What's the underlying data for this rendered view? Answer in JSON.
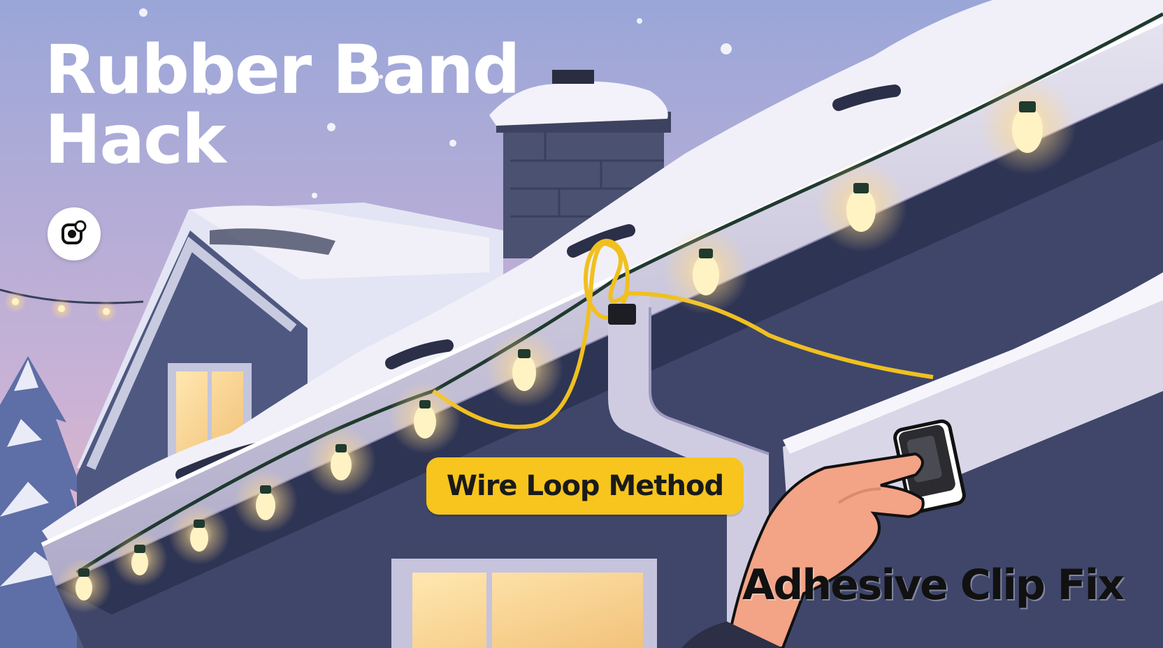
{
  "title": {
    "line1": "Rubber Band",
    "line2": "Hack"
  },
  "labels": {
    "wire_loop": "Wire Loop Method",
    "adhesive_clip": "Adhesive Clip Fix"
  },
  "icons": {
    "brand": "camera-logo-icon"
  },
  "colors": {
    "title_text": "#ffffff",
    "label_badge": "#f7c51e",
    "label_text": "#1a1a1a",
    "wire": "#f0c020",
    "bulb_glow": "#fff1b8",
    "light_cord": "#1f3a2e",
    "sky_top": "#9aa6d8",
    "sky_bottom": "#e8b7c8",
    "siding": "#3f466a",
    "gutter": "#d7d4e6",
    "snow": "#f4f2fb",
    "hand": "#f3a386",
    "clip": "#2b2b30"
  }
}
